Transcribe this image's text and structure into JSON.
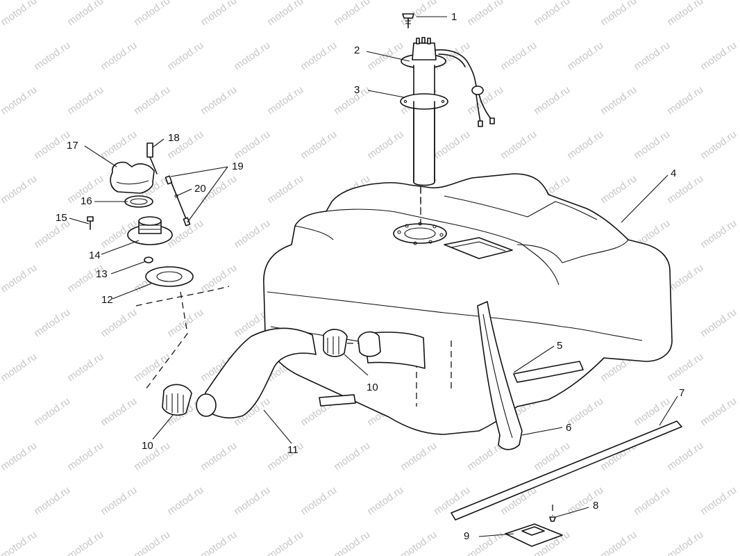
{
  "watermark": {
    "text": "motod.ru",
    "color": "#9a9a9a"
  },
  "diagram": {
    "line_color": "#111111",
    "background": "#ffffff",
    "callouts": [
      {
        "id": "c1",
        "label": "1"
      },
      {
        "id": "c2",
        "label": "2"
      },
      {
        "id": "c3",
        "label": "3"
      },
      {
        "id": "c4",
        "label": "4"
      },
      {
        "id": "c5",
        "label": "5"
      },
      {
        "id": "c6",
        "label": "6"
      },
      {
        "id": "c7",
        "label": "7"
      },
      {
        "id": "c8",
        "label": "8"
      },
      {
        "id": "c9",
        "label": "9"
      },
      {
        "id": "c10a",
        "label": "10"
      },
      {
        "id": "c10b",
        "label": "10"
      },
      {
        "id": "c11",
        "label": "11"
      },
      {
        "id": "c12",
        "label": "12"
      },
      {
        "id": "c13",
        "label": "13"
      },
      {
        "id": "c14",
        "label": "14"
      },
      {
        "id": "c15",
        "label": "15"
      },
      {
        "id": "c16",
        "label": "16"
      },
      {
        "id": "c17",
        "label": "17"
      },
      {
        "id": "c18",
        "label": "18"
      },
      {
        "id": "c19",
        "label": "19"
      },
      {
        "id": "c20",
        "label": "20"
      }
    ]
  }
}
